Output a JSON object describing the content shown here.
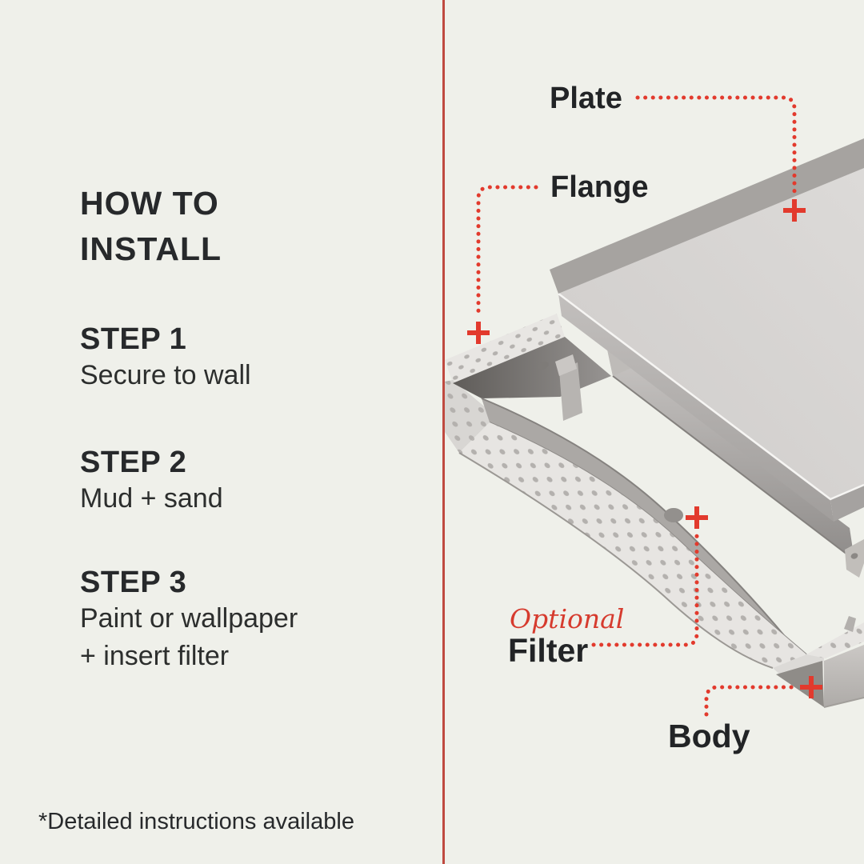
{
  "colors": {
    "background": "#eff0ea",
    "divider": "#bf4a40",
    "accent": "#e23a2d",
    "optional_red": "#d63b2e",
    "text": "#27292b",
    "metal_light": "#e7e5e2",
    "metal_mid": "#aba8a5",
    "plate_gray": "#d6d3d1"
  },
  "left_panel": {
    "heading": {
      "line1": "HOW TO",
      "line2": "INSTALL"
    },
    "steps": [
      {
        "title": "STEP 1",
        "lines": [
          "Secure to wall"
        ]
      },
      {
        "title": "STEP 2",
        "lines": [
          "Mud + sand"
        ]
      },
      {
        "title": "STEP 3",
        "lines": [
          "Paint or wallpaper",
          "+ insert filter"
        ]
      }
    ],
    "footnote": "*Detailed instructions available"
  },
  "diagram": {
    "labels": {
      "plate": "Plate",
      "flange": "Flange",
      "filter_qualifier": "Optional",
      "filter": "Filter",
      "body": "Body"
    },
    "marker_symbol": "+"
  }
}
